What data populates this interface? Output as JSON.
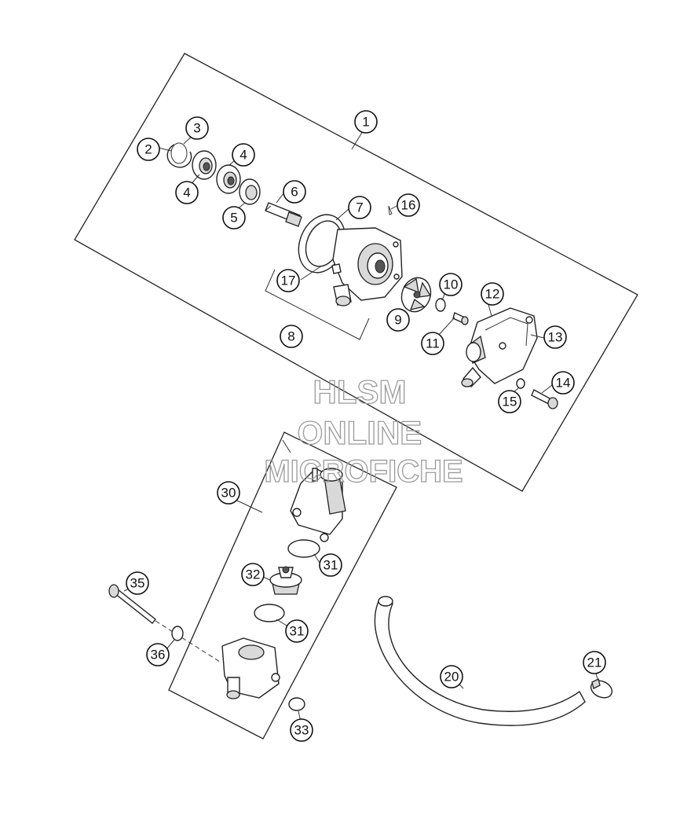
{
  "watermark": {
    "line1": "HLSM",
    "line2": "ONLINE",
    "line3": "MICROFICHE",
    "color": "#9a9a9a"
  },
  "callouts": {
    "c1": "1",
    "c2": "2",
    "c3": "3",
    "c4a": "4",
    "c4b": "4",
    "c5": "5",
    "c6": "6",
    "c7": "7",
    "c8": "8",
    "c9": "9",
    "c10": "10",
    "c11": "11",
    "c12": "12",
    "c13": "13",
    "c14": "14",
    "c15": "15",
    "c16": "16",
    "c17": "17",
    "c20": "20",
    "c21": "21",
    "c30": "30",
    "c31a": "31",
    "c31b": "31",
    "c32": "32",
    "c33": "33",
    "c35": "35",
    "c36": "36"
  }
}
